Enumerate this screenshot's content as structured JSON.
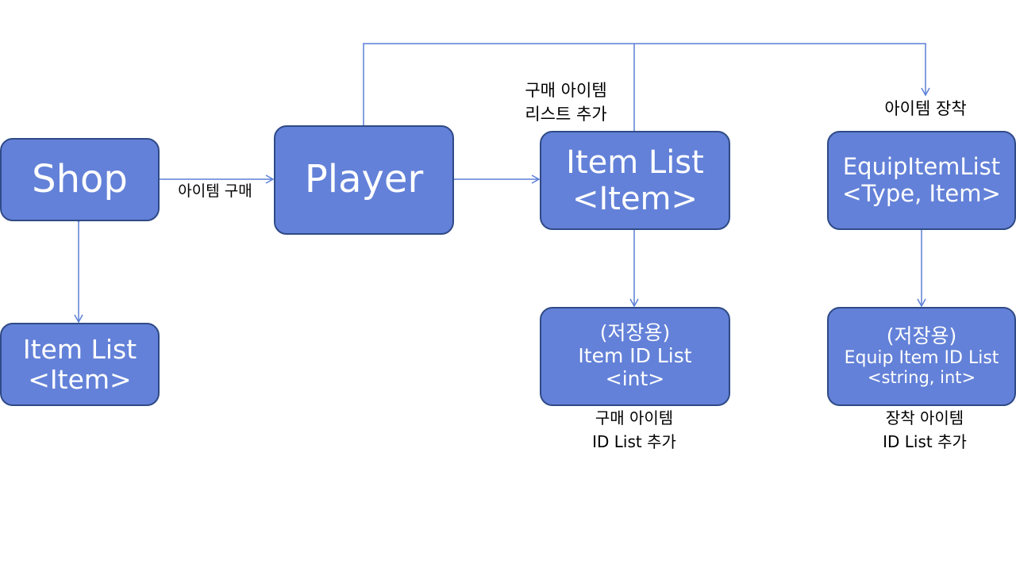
{
  "colors": {
    "node_fill": "#6381d8",
    "node_border": "#2f4a86",
    "edge": "#5b7fd6",
    "text": "#000000"
  },
  "nodes": {
    "shop": {
      "line1": "Shop"
    },
    "shop_item_list": {
      "line1": "Item List",
      "line2": "<Item>"
    },
    "player": {
      "line1": "Player"
    },
    "item_list": {
      "line1": "Item List",
      "line2": "<Item>"
    },
    "equip_item_list": {
      "line1": "EquipItemList",
      "line2": "<Type, Item>"
    },
    "item_id_list": {
      "line1": "(저장용)",
      "line2": "Item ID List",
      "line3": "<int>"
    },
    "equip_item_id_list": {
      "line1": "(저장용)",
      "line2": "Equip Item ID List",
      "line3": "<string, int>"
    }
  },
  "edge_labels": {
    "buy_item": "아이템 구매",
    "add_buy_list_1": "구매 아이템",
    "add_buy_list_2": "리스트 추가",
    "equip_item": "아이템 장착",
    "add_buy_id_1": "구매 아이템",
    "add_buy_id_2": "ID List 추가",
    "add_equip_id_1": "장착 아이템",
    "add_equip_id_2": "ID List 추가"
  }
}
